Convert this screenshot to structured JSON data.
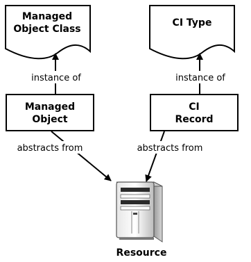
{
  "class_doc": {
    "line1": "Managed",
    "line2": "Object Class"
  },
  "type_doc": {
    "label": "CI Type"
  },
  "left_edge_label": "instance of",
  "right_edge_label": "instance of",
  "managed_object": {
    "line1": "Managed",
    "line2": "Object"
  },
  "ci_record": {
    "line1": "CI",
    "line2": "Record"
  },
  "left_abstract_label": "abstracts from",
  "right_abstract_label": "abstracts from",
  "resource": {
    "label": "Resource"
  }
}
